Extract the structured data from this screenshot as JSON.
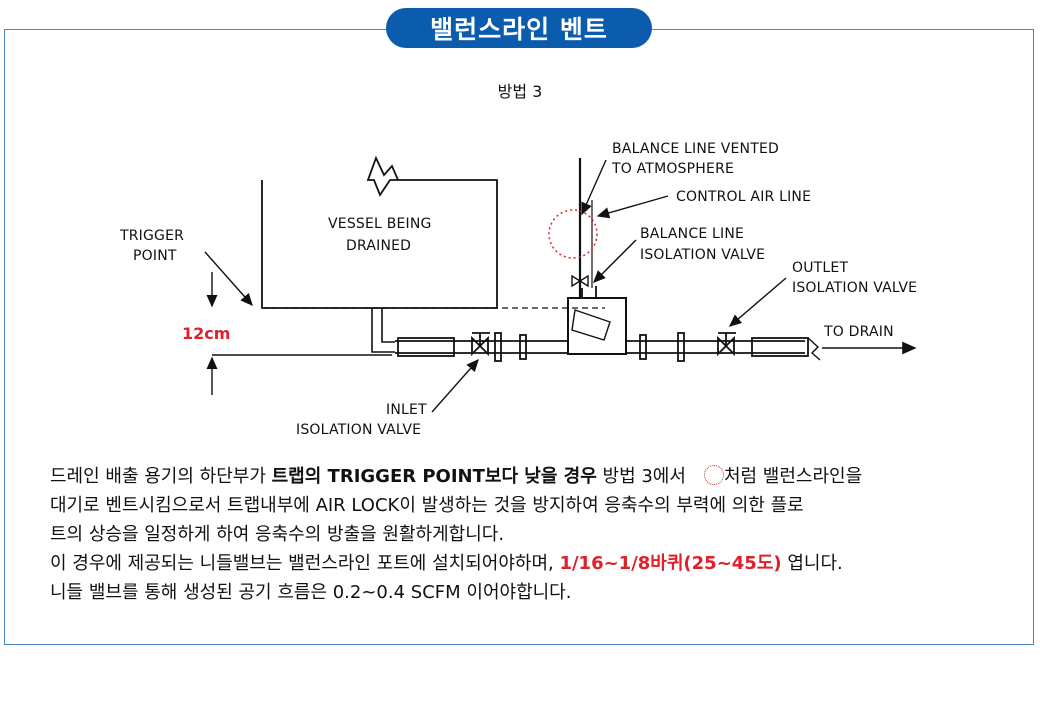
{
  "header": {
    "title": "밸런스라인 벤트"
  },
  "diagram": {
    "method": "방법 3",
    "labels": {
      "vessel_line1": "VESSEL BEING",
      "vessel_line2": "DRAINED",
      "trigger_line1": "TRIGGER",
      "trigger_line2": "POINT",
      "dimension": "12cm",
      "vent_line1": "BALANCE LINE VENTED",
      "vent_line2": "TO ATMOSPHERE",
      "control_air": "CONTROL AIR LINE",
      "balance_valve_line1": "BALANCE LINE",
      "balance_valve_line2": "ISOLATION VALVE",
      "outlet_line1": "OUTLET",
      "outlet_line2": "ISOLATION VALVE",
      "to_drain": "TO DRAIN",
      "inlet_line1": "INLET",
      "inlet_line2": "ISOLATION VALVE"
    },
    "highlight_color": "#e0202a"
  },
  "body": {
    "line1_a": "드레인 배출 용기의 하단부가 ",
    "line1_bold": "트랩의 TRIGGER POINT보다 낮을 경우",
    "line1_b": " 방법 3에서",
    "line1_c": "처럼 밸런스라인을",
    "line2": "대기로 벤트시킴으로서 트랩내부에  AIR LOCK이 발생하는 것을 방지하여 응축수의 부력에 의한 플로",
    "line3": "트의 상승을 일정하게 하여 응축수의 방출을 원활하게합니다.",
    "line4_a": "이 경우에 제공되는 니들밸브는 밸런스라인 포트에 설치되어야하며, ",
    "line4_red": "1/16~1/8바퀴(25~45도)",
    "line4_b": "  엽니다.",
    "line5": "니들 밸브를 통해 생성된 공기 흐름은 0.2~0.4 SCFM 이어야합니다."
  },
  "colors": {
    "frame": "#4a86c5",
    "title_bg": "#0b5cad",
    "accent_red": "#e0202a"
  }
}
